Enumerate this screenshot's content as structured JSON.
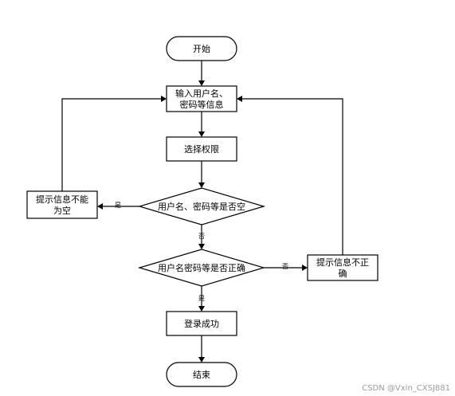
{
  "nodes": {
    "start": "开始",
    "input_line1": "输入用户名、",
    "input_line2": "密码等信息",
    "select": "选择权限",
    "check_empty": "用户名、密码等是否空",
    "error_empty_line1": "提示信息不能",
    "error_empty_line2": "为空",
    "check_correct": "用户名密码等是否正确",
    "error_wrong_line1": "提示信息不正",
    "error_wrong_line2": "确",
    "success": "登录成功",
    "end": "结束"
  },
  "edges": {
    "empty_yes": "是",
    "empty_no": "否",
    "correct_no": "否",
    "correct_yes": "是"
  },
  "watermark": "CSDN @Vxin_CXSJ881"
}
